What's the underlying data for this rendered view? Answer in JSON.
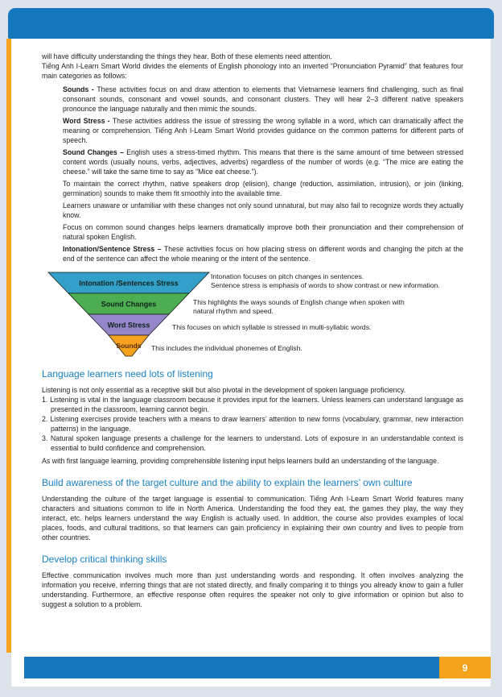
{
  "intro": {
    "p1": "will have difficulty understanding the things they hear. Both of these elements need attention.",
    "p2": "Tiếng Anh I-Learn Smart World divides the elements of English phonology into an inverted “Pronunciation Pyramid” that features four main categories as follows:"
  },
  "pyramid_items": [
    {
      "lead": "Sounds -",
      "text": "These activities focus on and draw attention to elements that Vietnamese learners find challenging, such as final consonant sounds, consonant and vowel sounds, and consonant clusters. They will hear 2–3 different native speakers pronounce the language naturally and then mimic the sounds."
    },
    {
      "lead": "Word Stress -",
      "text": "These activities address the issue of stressing the wrong syllable in a word, which can dramatically affect the meaning or comprehension. Tiếng Anh I-Learn Smart World provides guidance on the common patterns for different parts of speech."
    },
    {
      "lead": "Sound Changes –",
      "text": "English uses a stress-timed rhythm. This means that there is the same amount of time between stressed content words (usually nouns, verbs, adjectives, adverbs) regardless of the number of words (e.g. “The mice are eating the cheese.” will take the same time to say as “Mice eat cheese.”)."
    },
    {
      "lead": "",
      "text": "To maintain the correct rhythm, native speakers drop (elision), change (reduction, assimilation, intrusion), or join (linking, germination) sounds to make them fit smoothly into the available time."
    },
    {
      "lead": "",
      "text": "Learners unaware or unfamiliar with these changes not only sound unnatural, but may also fail to recognize words they actually know."
    },
    {
      "lead": "",
      "text": "Focus on common sound changes helps learners dramatically improve both their pronunciation and their comprehension of natural spoken English."
    },
    {
      "lead": "Intonation/Sentence Stress –",
      "text": "These activities focus on how placing stress on different words and changing the pitch at the end of the sentence can affect the whole meaning or the intent of the sentence."
    }
  ],
  "pyramid": {
    "layers": [
      {
        "label": "Intonation /Sentences Stress",
        "color": "#33a0c9"
      },
      {
        "label": "Sound Changes",
        "color": "#4cae50"
      },
      {
        "label": "Word Stress",
        "color": "#9486c9"
      },
      {
        "label": "Sounds",
        "color": "#f6a21e"
      }
    ],
    "notes": [
      {
        "lines": [
          "Intonation focuses on pitch changes in sentences.",
          "Sentence stress is emphasis of words to show contrast or new information."
        ]
      },
      {
        "lines": [
          "This highlights the ways sounds of English change when spoken with",
          "natural rhythm and speed."
        ]
      },
      {
        "lines": [
          "This focuses on which syllable is stressed in multi-syllabic words."
        ]
      },
      {
        "lines": [
          "This includes the individual phonemes of English."
        ]
      }
    ]
  },
  "sections": [
    {
      "heading": "Language learners need lots of listening",
      "intro": "Listening is not only essential as a receptive skill but also pivotal in the development of spoken language proficiency.",
      "items": [
        "1. Listening is vital in the language classroom because it provides input for the learners. Unless learners can understand language as presented in the classroom, learning cannot begin.",
        "2. Listening exercises provide teachers with a means to draw learners’ attention to new forms (vocabulary, grammar, new interaction patterns) in the language.",
        "3. Natural spoken language presents a challenge for the learners to understand. Lots of exposure in an understandable context is essential to build confidence and comprehension."
      ],
      "outro": "As with first language learning, providing comprehensible listening input helps learners build an understanding of the language."
    },
    {
      "heading": "Build awareness of the target culture and the ability to explain the learners’ own culture",
      "paragraph": "Understanding the culture of the target language is essential to communication. Tiếng Anh I-Learn Smart World features many characters and situations common to life in North America. Understanding the food they eat, the games they play, the way they interact, etc. helps learners understand the way English is actually used. In addition, the course also provides examples of local places, foods, and cultural traditions, so that learners can gain proficiency in explaining their own country and lives to people from other countries."
    },
    {
      "heading": "Develop critical thinking skills",
      "paragraph": "Effective communication involves much more than just understanding words and responding. It often involves analyzing the information you receive, inferring things that are not stated directly, and finally comparing it to things you already know to gain a fuller understanding. Furthermore, an effective response often requires the speaker not only to give information or opinion but also to suggest a solution to a problem."
    }
  ],
  "footer": {
    "page_number": "9"
  },
  "colors": {
    "header_blue": "#1677bd",
    "accent_orange": "#f5a21d",
    "heading_blue": "#1b80c4"
  }
}
